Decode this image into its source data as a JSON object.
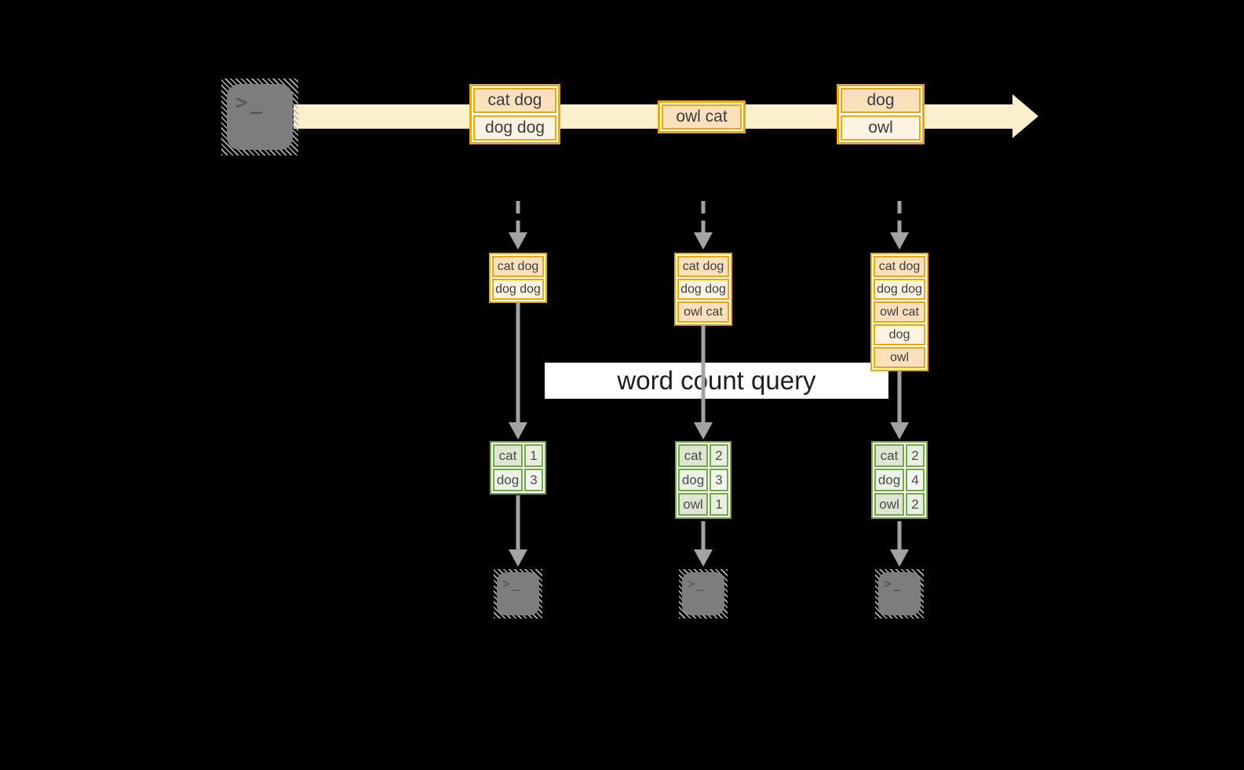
{
  "colors": {
    "background": "#000000",
    "stream_arrow": "#FBF0CD",
    "event_border": "#EDA902",
    "event_fill_dark": "#FAE0BC",
    "event_fill_light": "#FCF3E2",
    "table_border": "#74A748",
    "table_fill_dark": "#DCE6D0",
    "table_fill_light": "#ECF2E6",
    "connector_gray": "#A3A3A3",
    "band_background": "#FFFFFF"
  },
  "terminal_glyph": ">_",
  "source": {
    "icon": "terminal-icon"
  },
  "stream_events": [
    {
      "lines": [
        "cat dog",
        "dog dog"
      ]
    },
    {
      "lines": [
        "owl cat"
      ]
    },
    {
      "lines": [
        "dog",
        "owl"
      ]
    }
  ],
  "query": {
    "label": "word count query"
  },
  "columns": [
    {
      "snapshot": [
        "cat dog",
        "dog dog"
      ],
      "counts": [
        {
          "word": "cat",
          "count": "1"
        },
        {
          "word": "dog",
          "count": "3"
        }
      ],
      "sink_icon": "terminal-icon"
    },
    {
      "snapshot": [
        "cat dog",
        "dog dog",
        "owl cat"
      ],
      "counts": [
        {
          "word": "cat",
          "count": "2"
        },
        {
          "word": "dog",
          "count": "3"
        },
        {
          "word": "owl",
          "count": "1"
        }
      ],
      "sink_icon": "terminal-icon"
    },
    {
      "snapshot": [
        "cat dog",
        "dog dog",
        "owl cat",
        "dog",
        "owl"
      ],
      "counts": [
        {
          "word": "cat",
          "count": "2"
        },
        {
          "word": "dog",
          "count": "4"
        },
        {
          "word": "owl",
          "count": "2"
        }
      ],
      "sink_icon": "terminal-icon"
    }
  ]
}
